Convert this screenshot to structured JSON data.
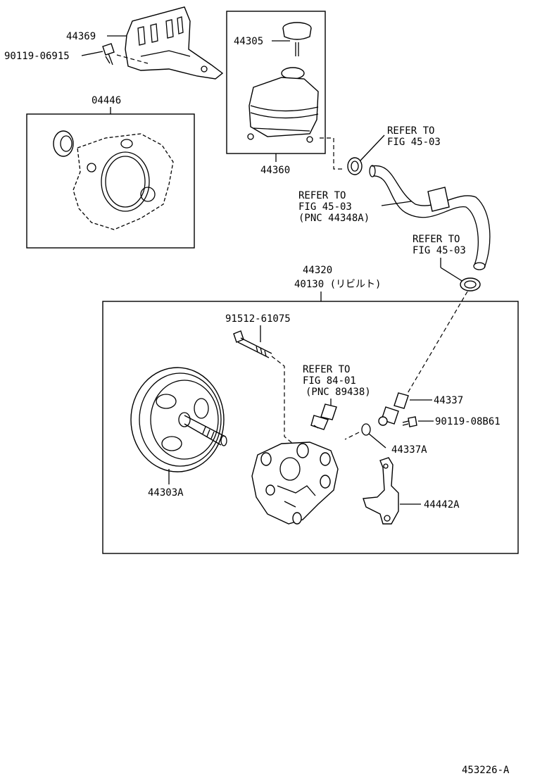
{
  "labels": {
    "p44369": "44369",
    "p90119_06915": "90119-06915",
    "p04446": "04446",
    "p44305": "44305",
    "p44360": "44360",
    "ref1_line1": "REFER TO",
    "ref1_line2": "FIG 45-03",
    "ref2_line1": "REFER TO",
    "ref2_line2": "FIG 45-03",
    "ref2_line3": "(PNC 44348A)",
    "ref3_line1": "REFER TO",
    "ref3_line2": "FIG 45-03",
    "p44320": "44320",
    "p40130": "40130 (リビルト)",
    "p91512_61075": "91512-61075",
    "ref4_line1": "REFER TO",
    "ref4_line2": "FIG 84-01",
    "ref4_line3": "(PNC 89438)",
    "p44337": "44337",
    "p90119_08b61": "90119-08B61",
    "p44337a": "44337A",
    "p44303a": "44303A",
    "p44442a": "44442A",
    "figure_id": "453226-A"
  },
  "icons": {
    "reservoir_cap": "reservoir-cap-icon",
    "reservoir_tank": "reservoir-tank-icon",
    "bracket": "bracket-icon",
    "bolt": "bolt-icon",
    "gasket_kit": "gasket-kit-icon",
    "hose": "hose-icon",
    "clamp": "clamp-icon",
    "pulley": "pulley-icon",
    "pump_body": "pump-body-icon",
    "pressure_switch": "pressure-switch-icon",
    "union": "union-fitting-icon",
    "o_ring": "o-ring-icon",
    "stay_bracket": "stay-bracket-icon"
  }
}
